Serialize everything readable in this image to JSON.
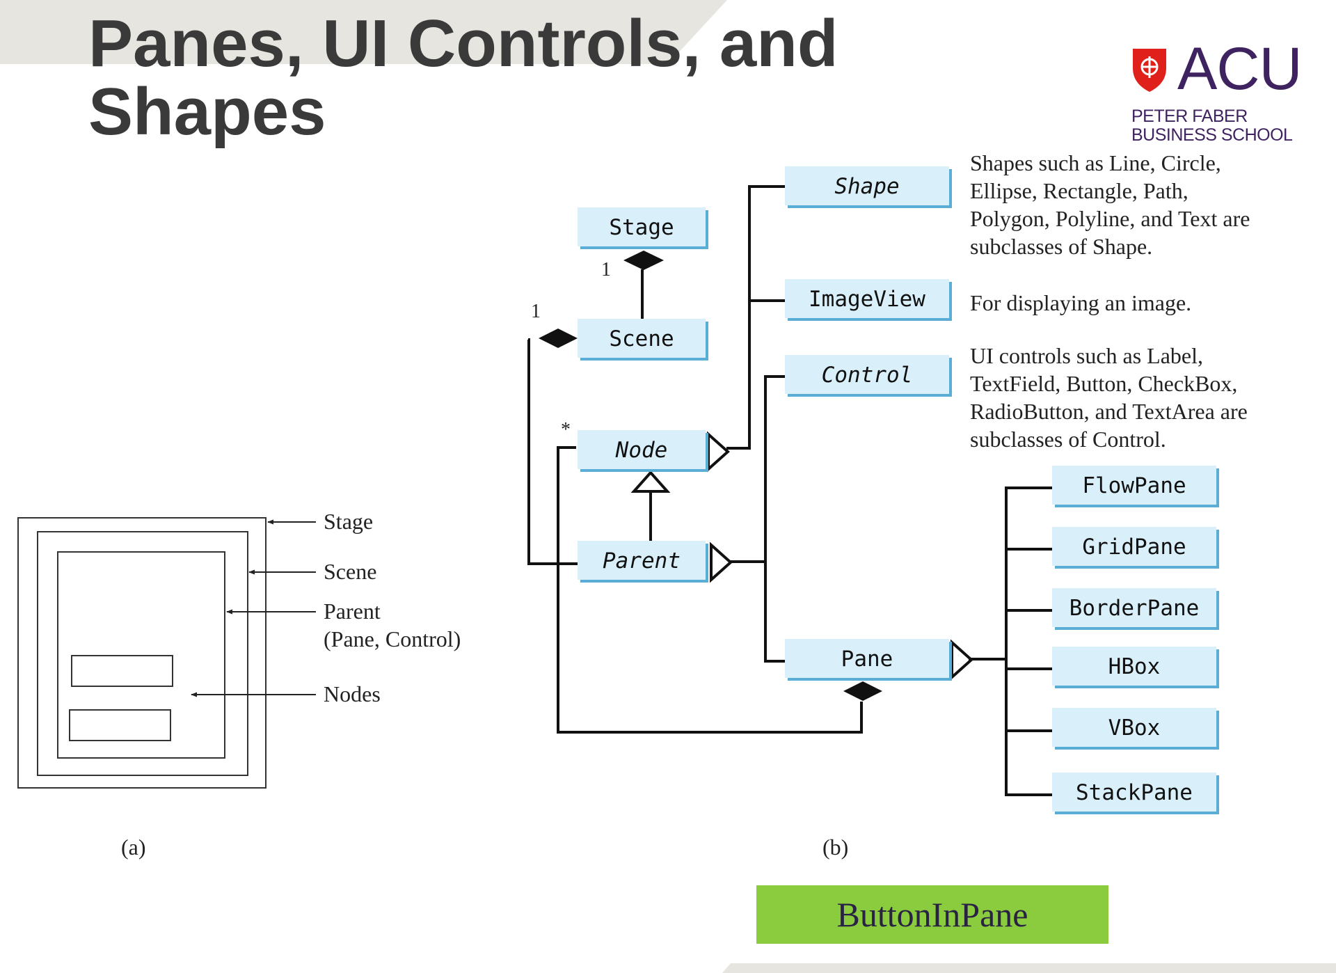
{
  "slide": {
    "title_line1": "Panes, UI Controls, and",
    "title_line2": "Shapes"
  },
  "logo": {
    "wordmark": "ACU",
    "subtitle_line1": "PETER FABER",
    "subtitle_line2": "BUSINESS SCHOOL",
    "colors": {
      "purple": "#3f2361",
      "red": "#e0211b"
    }
  },
  "diagram_a": {
    "labels": {
      "stage": "Stage",
      "scene": "Scene",
      "parent_line1": "Parent",
      "parent_line2": "(Pane, Control)",
      "nodes": "Nodes"
    },
    "caption": "(a)"
  },
  "diagram_b": {
    "classes": {
      "stage": "Stage",
      "scene": "Scene",
      "node": "Node",
      "parent": "Parent",
      "shape": "Shape",
      "imageview": "ImageView",
      "control": "Control",
      "pane": "Pane",
      "flowpane": "FlowPane",
      "gridpane": "GridPane",
      "borderpane": "BorderPane",
      "hbox": "HBox",
      "vbox": "VBox",
      "stackpane": "StackPane"
    },
    "multiplicities": {
      "stage_scene": "1",
      "scene_parent": "1",
      "pane_node": "*"
    },
    "notes": {
      "shape_line1": "Shapes such as Line, Circle,",
      "shape_line2": "Ellipse, Rectangle, Path,",
      "shape_line3": "Polygon, Polyline, and Text are",
      "shape_line4": "subclasses of Shape.",
      "imageview_line1": "For displaying an image.",
      "control_line1": "UI controls such as Label,",
      "control_line2": "TextField, Button, CheckBox,",
      "control_line3": "RadioButton, and TextArea are",
      "control_line4": "subclasses of Control."
    },
    "caption": "(b)"
  },
  "link_button": {
    "label": "ButtonInPane",
    "color": "#8bcc3f"
  },
  "theme": {
    "box_fill": "#d9f0fb",
    "box_shadow": "#5aaed6",
    "title_color": "#3a3a3a",
    "band_color": "#e7e5df"
  }
}
